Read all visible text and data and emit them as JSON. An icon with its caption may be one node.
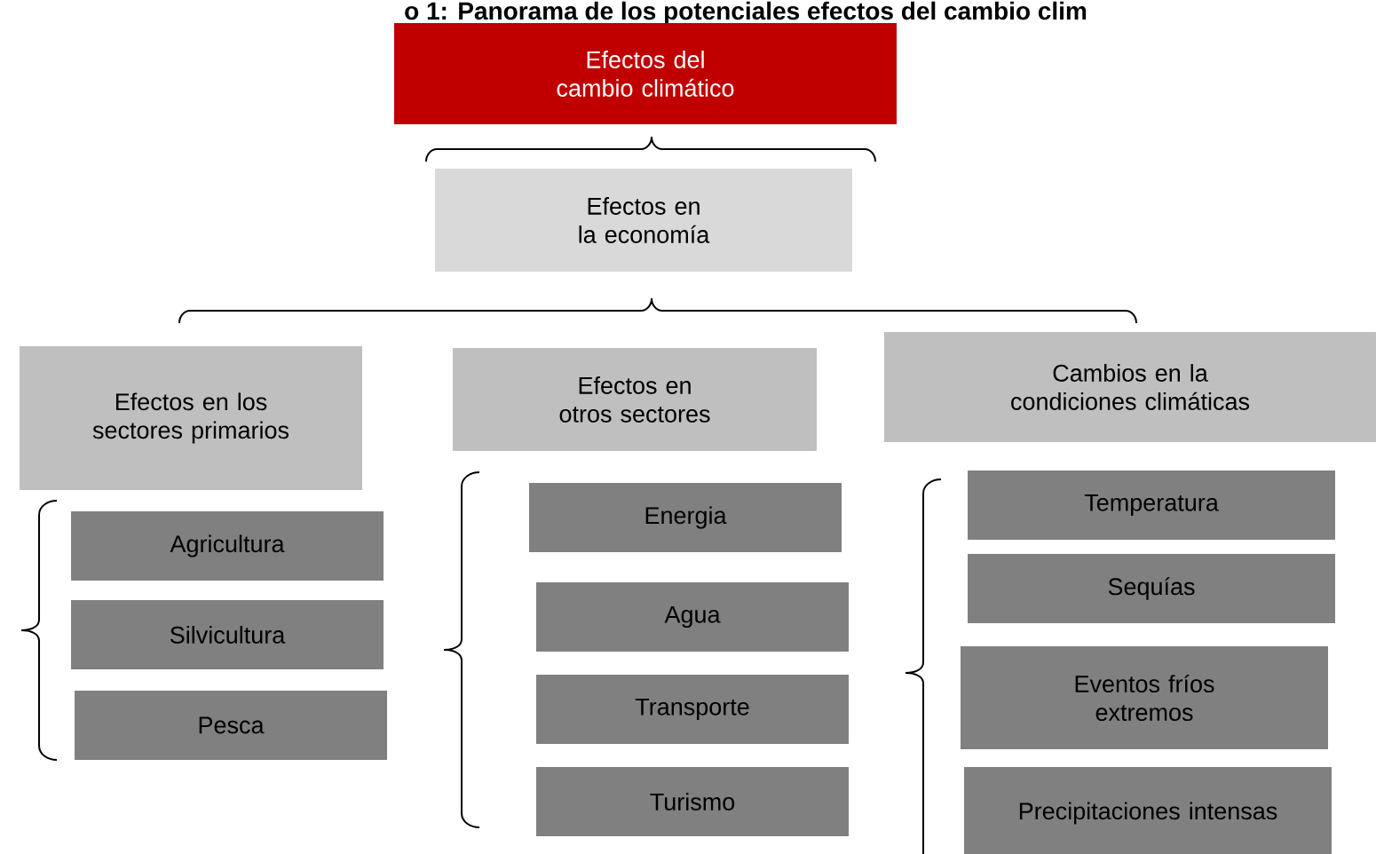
{
  "diagram": {
    "title": "o 1: Panorama de los potenciales efectos del cambio clim",
    "nodes": [
      {
        "text": [
          "Efectos del cambio climático"
        ]
      },
      {
        "text": [
          "Efectos en la economía"
        ]
      },
      {
        "text": [
          "Efectos en los sectores primarios"
        ]
      },
      {
        "text": [
          "Efectos en otros sectores"
        ]
      },
      {
        "text": [
          "Cambios en la condiciones climáticas"
        ]
      },
      {
        "text": [
          "Agricultura"
        ]
      },
      {
        "text": [
          "Silvicultura"
        ]
      },
      {
        "text": [
          "Pesca"
        ]
      },
      {
        "text": [
          "Energia"
        ]
      },
      {
        "text": [
          "Agua"
        ]
      },
      {
        "text": [
          "Transporte"
        ]
      },
      {
        "text": [
          "Turismo"
        ]
      },
      {
        "text": [
          "Temperatura"
        ]
      },
      {
        "text": [
          "Sequías"
        ]
      },
      {
        "text": [
          "Eventos fríos extremos"
        ]
      },
      {
        "text": [
          "Precipitaciones intensas"
        ]
      }
    ]
  }
}
